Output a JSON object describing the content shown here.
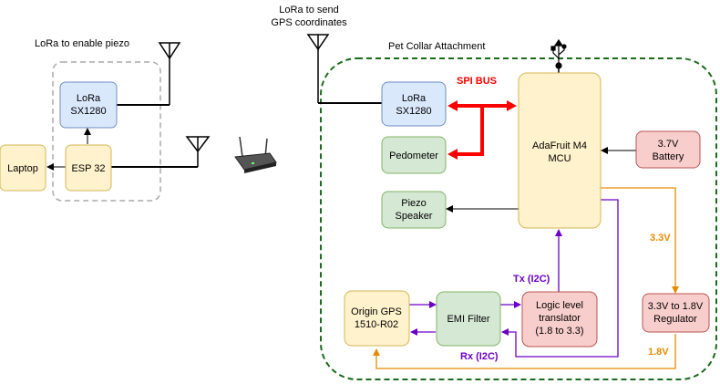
{
  "labels": {
    "lora_enable_piezo": "LoRa to enable piezo",
    "lora_send_line1": "LoRa to send",
    "lora_send_line2": "GPS coordinates",
    "pet_collar": "Pet Collar Attachment",
    "spi_bus": "SPI BUS",
    "tx_i2c": "Tx (I2C)",
    "rx_i2c": "Rx (I2C)",
    "v33": "3.3V",
    "v18": "1.8V"
  },
  "blocks": {
    "laptop": "Laptop",
    "esp32": "ESP 32",
    "lora_left_1": "LoRa",
    "lora_left_2": "SX1280",
    "lora_right_1": "LoRa",
    "lora_right_2": "SX1280",
    "pedometer": "Pedometer",
    "piezo_1": "Piezo",
    "piezo_2": "Speaker",
    "mcu_1": "AdaFruit M4",
    "mcu_2": "MCU",
    "battery_1": "3.7V",
    "battery_2": "Battery",
    "regulator_1": "3.3V to 1.8V",
    "regulator_2": "Regulator",
    "gps_1": "Origin GPS",
    "gps_2": "1510-R02",
    "emi": "EMI Filter",
    "translator_1": "Logic level",
    "translator_2": "translator",
    "translator_3": "(1.8 to 3.3)"
  },
  "icons": [
    "antenna-icon",
    "usb-icon",
    "wifi-router-icon"
  ],
  "colors": {
    "blue_fill": "#dae8fc",
    "blue_stroke": "#6c8ebf",
    "green_fill": "#d5e8d4",
    "green_stroke": "#82b366",
    "yellow_fill": "#fff2cc",
    "yellow_stroke": "#d6b656",
    "red_fill": "#f8cecc",
    "red_stroke": "#b85450",
    "spi_red": "#ff0000",
    "i2c_purple": "#6a00c8",
    "power_orange": "#e68a00",
    "collar_border": "#1a6b1a",
    "group_gray": "#aaaaaa"
  }
}
